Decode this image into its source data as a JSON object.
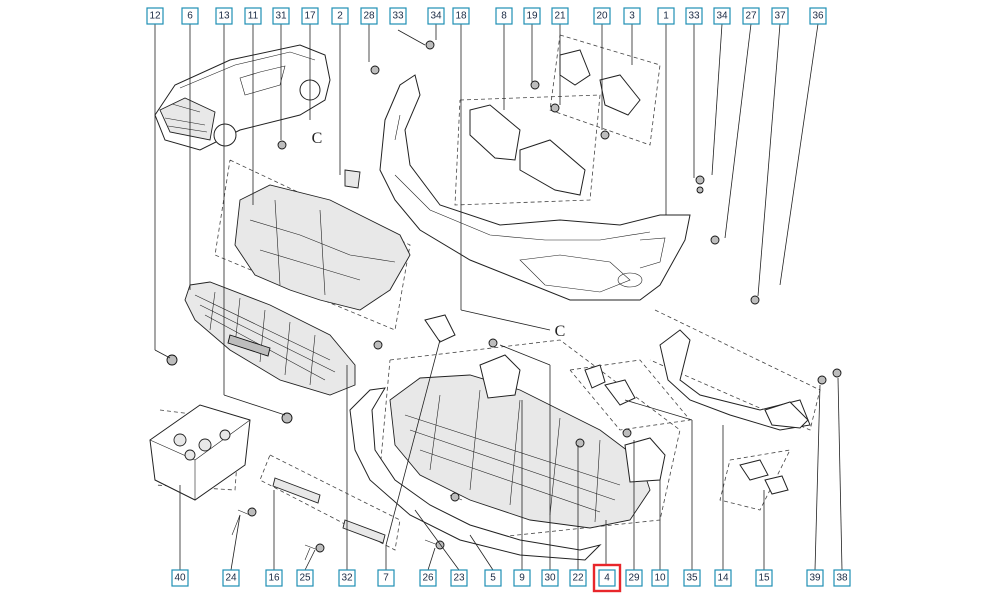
{
  "diagram": {
    "highlight_color": "#e8262b",
    "callout_color": "#1f8fb5",
    "highlighted": "4",
    "top_labels": [
      "12",
      "6",
      "13",
      "11",
      "31",
      "17",
      "2",
      "28",
      "33",
      "34",
      "18",
      "8",
      "19",
      "21",
      "20",
      "3",
      "1",
      "33",
      "34",
      "27",
      "37",
      "36"
    ],
    "bottom_labels": [
      "40",
      "24",
      "16",
      "25",
      "32",
      "7",
      "26",
      "23",
      "5",
      "9",
      "30",
      "22",
      "4",
      "29",
      "10",
      "35",
      "14",
      "15",
      "39",
      "38"
    ],
    "section_marks": [
      "C",
      "C"
    ]
  }
}
